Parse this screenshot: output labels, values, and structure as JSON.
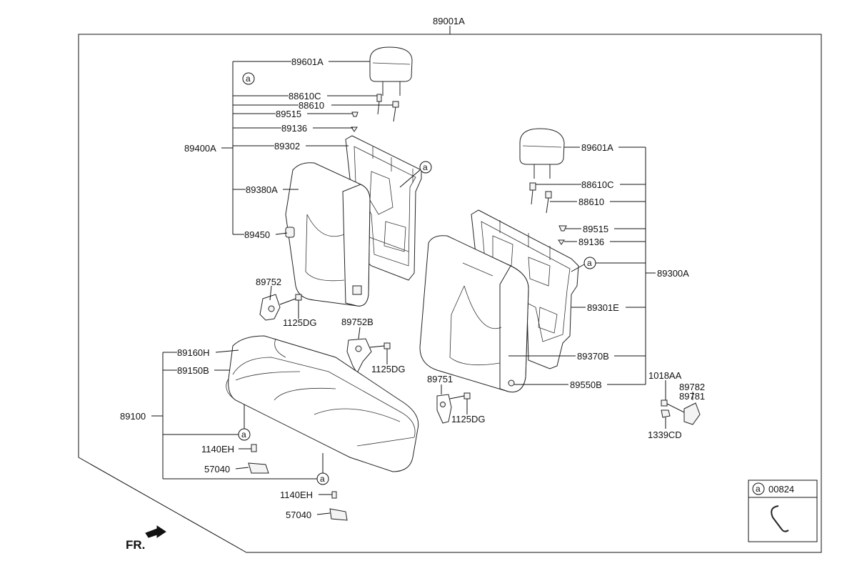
{
  "assembly_label": "89001A",
  "direction_label": "FR.",
  "ref_mark": "a",
  "legend": {
    "marker": "a",
    "part_number": "00824"
  },
  "left_back": {
    "headrest": "89601A",
    "guide_c": "88610C",
    "guide": "88610",
    "part_89515": "89515",
    "part_89136": "89136",
    "frame": "89302",
    "assembly": "89400A",
    "cover": "89380A",
    "part_89450": "89450",
    "hinge": "89752",
    "bolt": "1125DG"
  },
  "right_back": {
    "headrest": "89601A",
    "guide_c": "88610C",
    "guide": "88610",
    "part_89515": "89515",
    "part_89136": "89136",
    "assembly": "89300A",
    "frame": "89301E",
    "cover": "89370B",
    "part_89550": "89550B"
  },
  "center": {
    "hinge": "89752B",
    "bolt": "1125DG",
    "hinge_b": "89751",
    "bolt_b": "1125DG"
  },
  "cushion": {
    "cover": "89160H",
    "pad": "89150B",
    "assembly": "89100",
    "bolt_1": "1140EH",
    "bracket_1": "57040",
    "bolt_2": "1140EH",
    "bracket_2": "57040"
  },
  "right_hardware": {
    "bolt": "1018AA",
    "part_89782": "89782",
    "part_89781": "89781",
    "nut": "1339CD"
  }
}
